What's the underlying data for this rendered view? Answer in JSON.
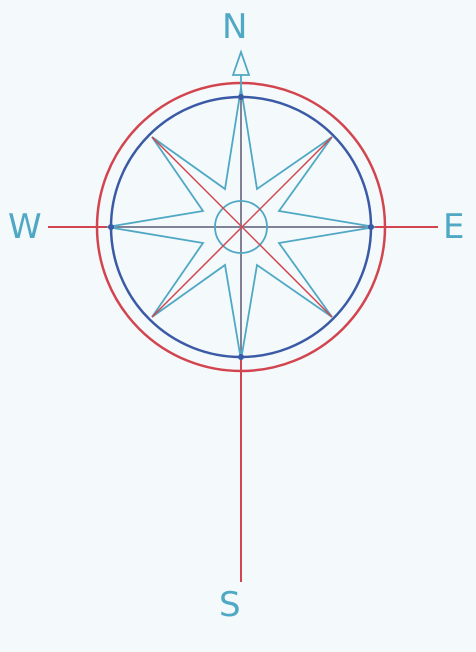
{
  "compass": {
    "labels": {
      "north": "N",
      "south": "S",
      "east": "E",
      "west": "W"
    },
    "colors": {
      "background": "#f4f9fb",
      "outer_ring": "#d2454f",
      "inner_ring": "#3b5aa6",
      "star": "#4fa8c4",
      "crosshair": "#d2454f",
      "label": "#4fa8c4"
    }
  }
}
